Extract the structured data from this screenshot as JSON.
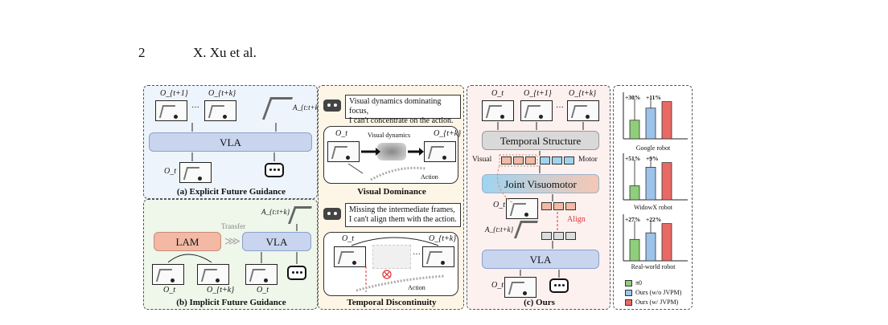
{
  "header": {
    "page_number": "2",
    "authors": "X. Xu et al."
  },
  "panel_a": {
    "caption": "(a) Explicit Future Guidance",
    "vla": "VLA",
    "o_t": "O_t",
    "o_t1": "O_{t+1}",
    "o_tk": "O_{t+k}",
    "dots": "···",
    "action": "A_{t:t+k}"
  },
  "panel_b": {
    "caption": "(b) Implicit Future Guidance",
    "lam": "LAM",
    "vla": "VLA",
    "transfer": "Transfer",
    "o_t": "O_t",
    "o_tk": "O_{t+k}",
    "o_t2": "O_t",
    "action": "A_{t:t+k}"
  },
  "panel_mid": {
    "speech1_line1": "Visual dynamics dominating focus,",
    "speech1_line2": "I can't concentrate on the action.",
    "visual_dynamics": "Visual dynamics",
    "o_t": "O_t",
    "o_tk": "O_{t+k}",
    "action1": "Action",
    "caption1": "Visual Dominance",
    "speech2_line1": "Missing the intermediate frames,",
    "speech2_line2": "I can't align them with the action.",
    "o_t2": "O_t",
    "o_tk2": "O_{t+k}",
    "dots": "···",
    "action2": "Action",
    "caption2": "Temporal Discontinuity"
  },
  "panel_c": {
    "caption": "(c) Ours",
    "o_t": "O_t",
    "o_t1": "O_{t+1}",
    "o_tk": "O_{t+k}",
    "dots": "···",
    "temporal": "Temporal Structure",
    "visual": "Visual",
    "motor": "Motor",
    "joint": "Joint Visuomotor",
    "o_t_mid": "O_t",
    "align": "Align",
    "action": "A_{t:t+k}",
    "vla": "VLA",
    "o_t_bottom": "O_t"
  },
  "chart_data": [
    {
      "type": "bar",
      "title": "Google robot",
      "series": [
        {
          "name": "π0"
        },
        {
          "name": "Ours (w/o JVPM)"
        },
        {
          "name": "Ours (w/ JVPM)"
        }
      ],
      "values": [
        0.4,
        0.66,
        0.8
      ],
      "annotations": [
        "+30%",
        "+11%"
      ]
    },
    {
      "type": "bar",
      "title": "WidowX robot",
      "values": [
        0.3,
        0.7,
        0.8
      ],
      "annotations": [
        "+51%",
        "+9%"
      ]
    },
    {
      "type": "bar",
      "title": "Real-world robot",
      "values": [
        0.46,
        0.6,
        0.8
      ],
      "annotations": [
        "+27%",
        "+22%"
      ]
    }
  ],
  "legend": {
    "items": [
      {
        "label": "π0",
        "color": "#8fce7a"
      },
      {
        "label": "Ours (w/o JVPM)",
        "color": "#9dc3ea"
      },
      {
        "label": "Ours (w/ JVPM)",
        "color": "#e86a66"
      }
    ]
  }
}
